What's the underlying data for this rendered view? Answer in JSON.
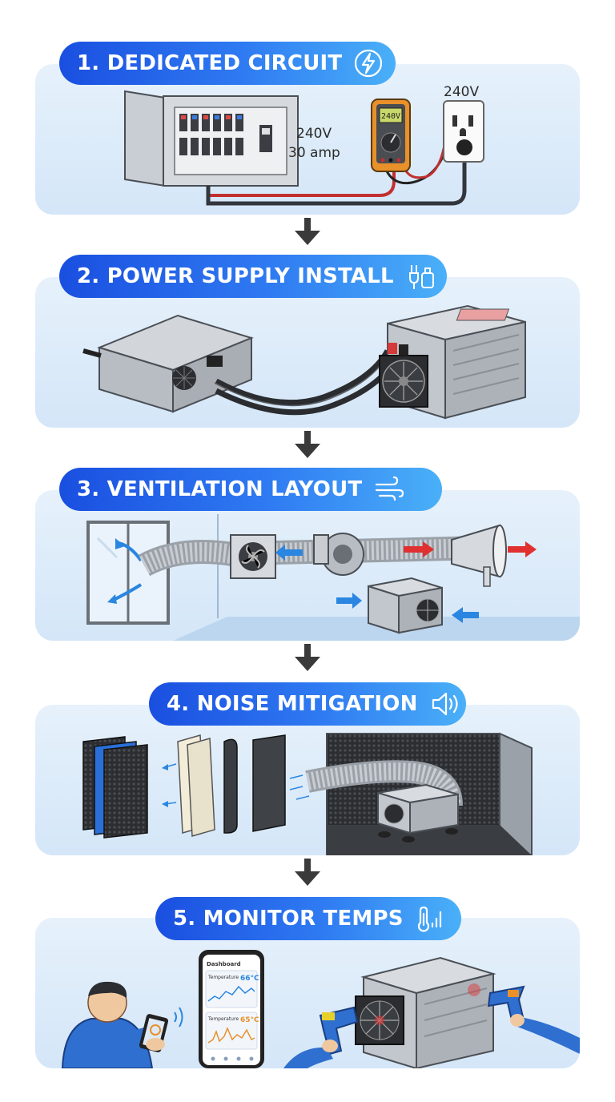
{
  "steps": [
    {
      "title": "1. DEDICATED CIRCUIT",
      "icon": "lightning-bolt-icon"
    },
    {
      "title": "2. POWER SUPPLY INSTALL",
      "icon": "power-plug-icon"
    },
    {
      "title": "3. VENTILATION LAYOUT",
      "icon": "wind-icon"
    },
    {
      "title": "4. NOISE MITIGATION",
      "icon": "speaker-icon"
    },
    {
      "title": "5. MONITOR TEMPS",
      "icon": "thermometer-icon"
    }
  ],
  "circuit": {
    "outlet_label": "240V",
    "spec_voltage": "240V",
    "spec_amps": "30 amp",
    "meter_reading": "240V"
  },
  "dashboard": {
    "title": "Dashboard",
    "card1_label": "Temperature",
    "card1_value": "66°C",
    "card2_label": "Temperature",
    "card2_value": "65°C"
  },
  "colors": {
    "pill_start": "#1a4fe0",
    "pill_end": "#4ab0f8",
    "panel": "#e0eefa",
    "arrow": "#3a3a3a",
    "hot_air": "#e03030",
    "cool_air": "#2a86e0"
  }
}
